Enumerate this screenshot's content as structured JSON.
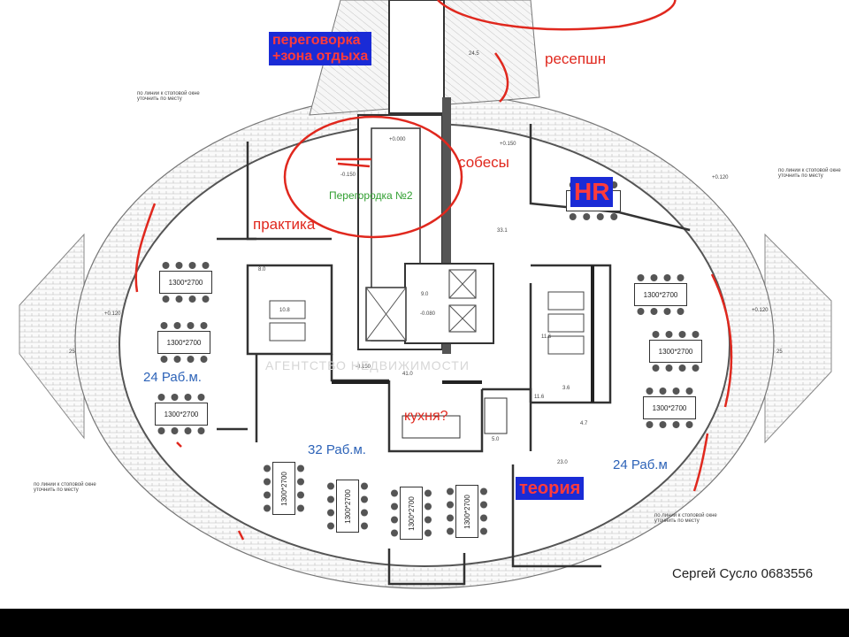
{
  "labels": {
    "meeting_room": [
      "переговорка",
      "+зона отдыха"
    ],
    "reception": "ресепшн",
    "interviews": "собесы",
    "hr": "HR",
    "practice": "практика",
    "partition": "Перегородка №2",
    "kitchen": "кухня?",
    "theory": "теория",
    "ws_left": "24 Раб.м.",
    "ws_center": "32 Раб.м.",
    "ws_right": "24 Раб.м",
    "footer": "Сергей Сусло 0683556"
  },
  "table_size": "1300*2700",
  "watermark": "АГЕНТСТВО НЕДВИЖИМОСТИ",
  "room_numbers": [
    "24.5",
    "33.1",
    "8.0",
    "10.8",
    "9.0",
    "11.6",
    "3.6",
    "4.7",
    "5.0",
    "11.6",
    "23.0",
    "41.0",
    "25",
    "25"
  ],
  "elevations": [
    "+0.150",
    "-0.150",
    "+0.000",
    "-0.080",
    "+0.120",
    "+0.120",
    "+0.120",
    "-0.150"
  ],
  "notes": [
    "по линии к стоповой окне уточнить по месту",
    "по линии к стоповой окне уточнить по месту",
    "по линии к стоповой окне уточнить по месту",
    "по линии к стоповой окне уточнить по месту"
  ],
  "colors": {
    "annotation_red": "#e0281e",
    "tag_blue": "#1a2bd6",
    "count_blue": "#2d63b8",
    "partition_green": "#2f9e2f"
  }
}
